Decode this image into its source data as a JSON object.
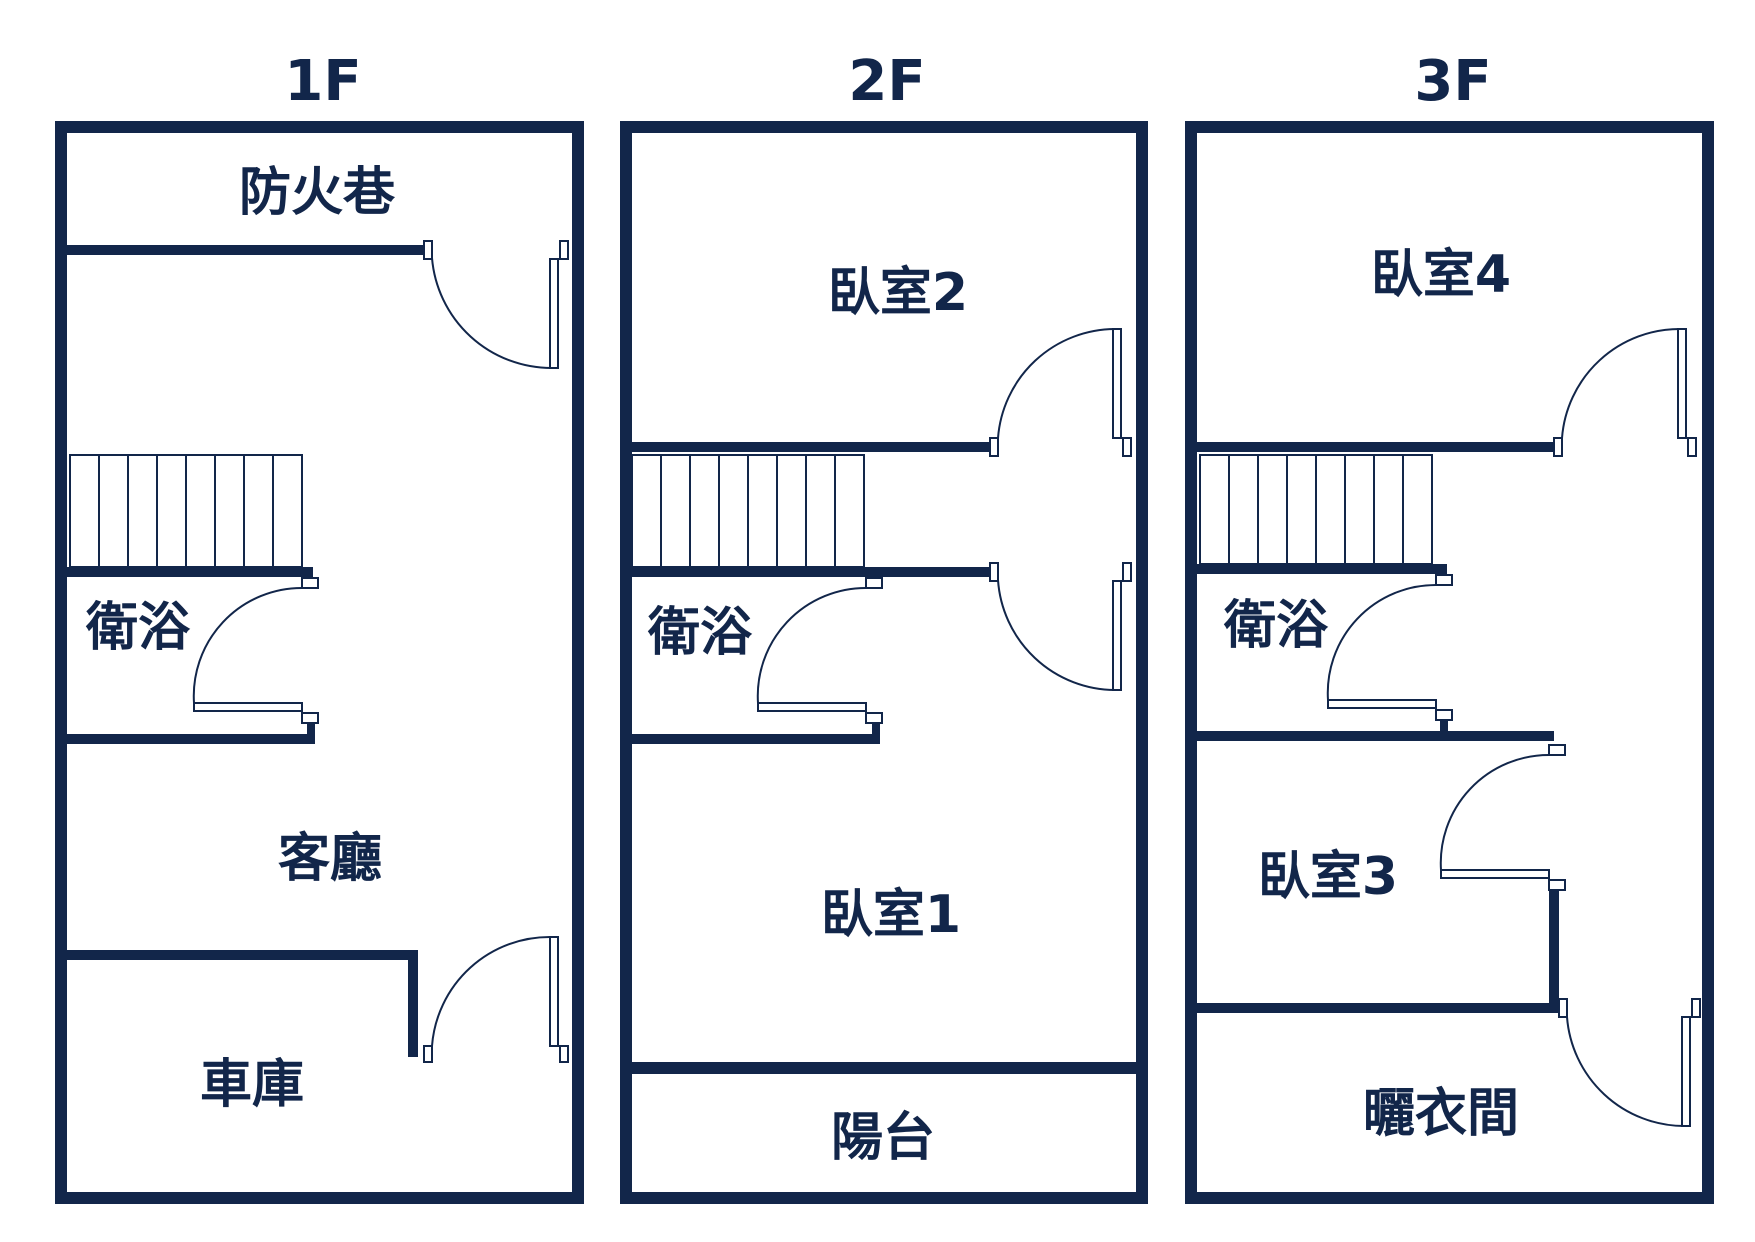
{
  "colors": {
    "wall": "#12264a",
    "background": "#ffffff"
  },
  "floors": [
    {
      "title": "1F",
      "rooms": {
        "fire_lane": "防火巷",
        "bath": "衛浴",
        "living": "客廳",
        "garage": "車庫"
      }
    },
    {
      "title": "2F",
      "rooms": {
        "bedroom2": "臥室2",
        "bath": "衛浴",
        "bedroom1": "臥室1",
        "balcony": "陽台"
      }
    },
    {
      "title": "3F",
      "rooms": {
        "bedroom4": "臥室4",
        "bath": "衛浴",
        "bedroom3": "臥室3",
        "drying_room": "曬衣間"
      }
    }
  ]
}
